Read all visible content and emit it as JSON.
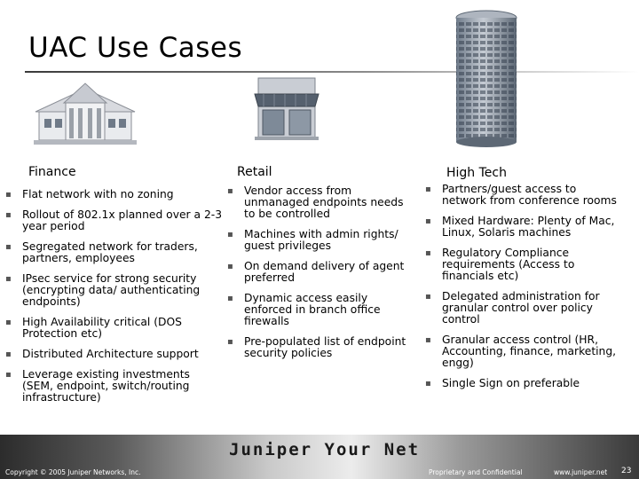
{
  "slide": {
    "title": "UAC Use Cases"
  },
  "columns": [
    {
      "heading": "Finance",
      "icon": "bank-building-icon",
      "items": [
        "Flat network with no zoning",
        "Rollout of 802.1x planned over a 2-3 year period",
        "Segregated network for traders, partners, employees",
        "IPsec service for strong security (encrypting data/ authenticating endpoints)",
        "High Availability critical (DOS Protection etc)",
        "Distributed Architecture support",
        "Leverage existing investments (SEM, endpoint, switch/routing infrastructure)"
      ]
    },
    {
      "heading": "Retail",
      "icon": "storefront-icon",
      "items": [
        "Vendor access from unmanaged endpoints needs to be controlled",
        "Machines with admin rights/ guest privileges",
        "On demand delivery of agent preferred",
        "Dynamic access easily enforced in branch office firewalls",
        "Pre-populated list of endpoint security policies"
      ]
    },
    {
      "heading": "High Tech",
      "icon": "office-tower-icon",
      "items": [
        "Partners/guest access to network from conference rooms",
        "Mixed Hardware: Plenty of Mac, Linux, Solaris machines",
        "Regulatory Compliance requirements (Access to financials etc)",
        "Delegated administration for granular control over policy control",
        "Granular access control (HR, Accounting, finance, marketing, engg)",
        "Single Sign on preferable"
      ]
    }
  ],
  "footer": {
    "brand": "Juniper Your Net",
    "copyright": "Copyright © 2005 Juniper Networks, Inc.",
    "confidential": "Proprietary and Confidential",
    "url": "www.juniper.net",
    "page": "23"
  }
}
